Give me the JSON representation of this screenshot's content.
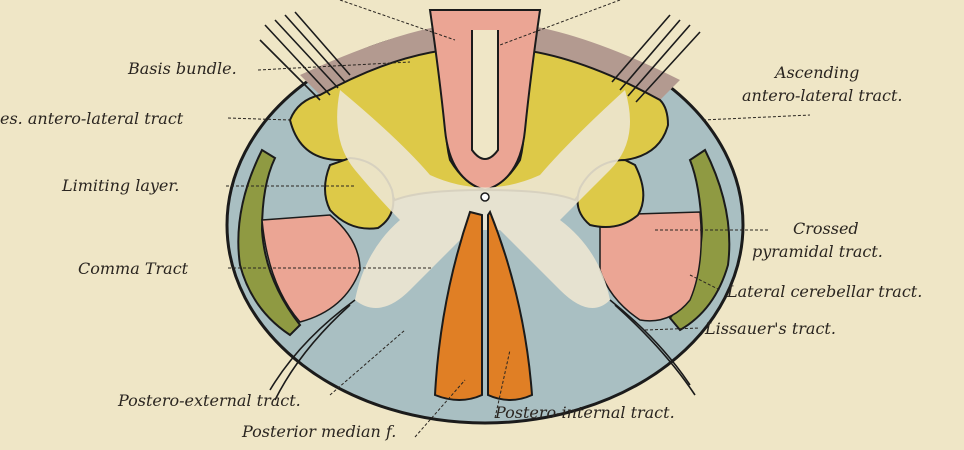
{
  "labels": {
    "basis_bundle": "Basis bundle.",
    "antero_lateral_left": "es. antero-lateral tract",
    "limiting_layer": "Limiting layer.",
    "comma_tract": "Comma Tract",
    "postero_external": "Postero-external tract.",
    "posterior_median": "Posterior median f.",
    "postero_internal": "Postero-internal tract.",
    "ascending_line1": "Ascending",
    "ascending_line2": "antero-lateral tract.",
    "crossed_line1": "Crossed",
    "crossed_line2": "pyramidal tract.",
    "lateral_cerebellar": "Lateral cerebellar tract.",
    "lissauer": "Lissauer's tract."
  },
  "colors": {
    "paper": "#efe6c6",
    "blue_tract": "#a9bfc2",
    "yellow_tract": "#ddc948",
    "pink_tract": "#eba594",
    "green_tract": "#8f9a42",
    "orange_tract": "#e07f25",
    "mauve_tract": "#b39a90",
    "grey_matter": "#ece6d2"
  }
}
